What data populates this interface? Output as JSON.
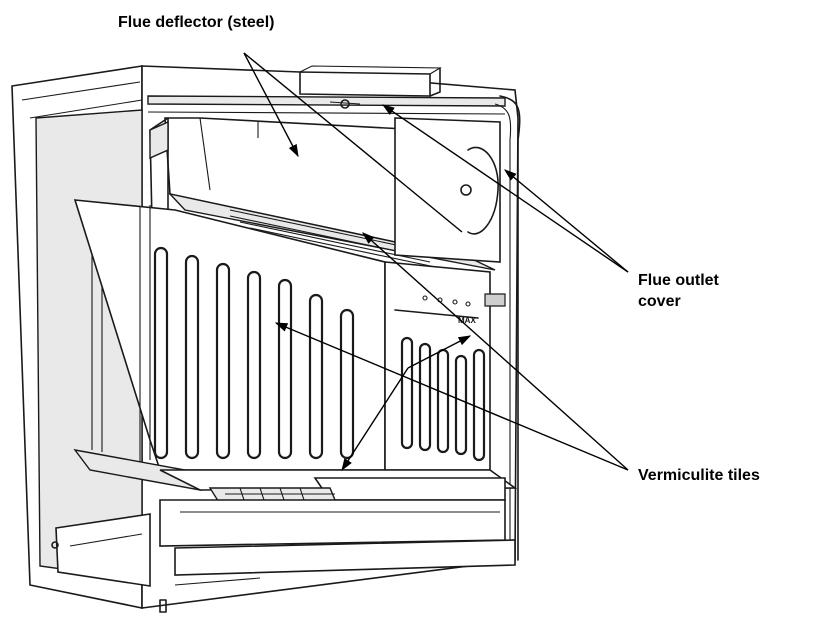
{
  "callouts": {
    "flue_deflector": "Flue deflector (steel)",
    "flue_outlet_cover": "Flue outlet\ncover",
    "vermiculite_tiles": "Vermiculite tiles"
  },
  "firebox_marking": "MAX",
  "colors": {
    "line": "#1a1a1a",
    "background": "#ffffff",
    "shade": "#e9e9e9"
  }
}
